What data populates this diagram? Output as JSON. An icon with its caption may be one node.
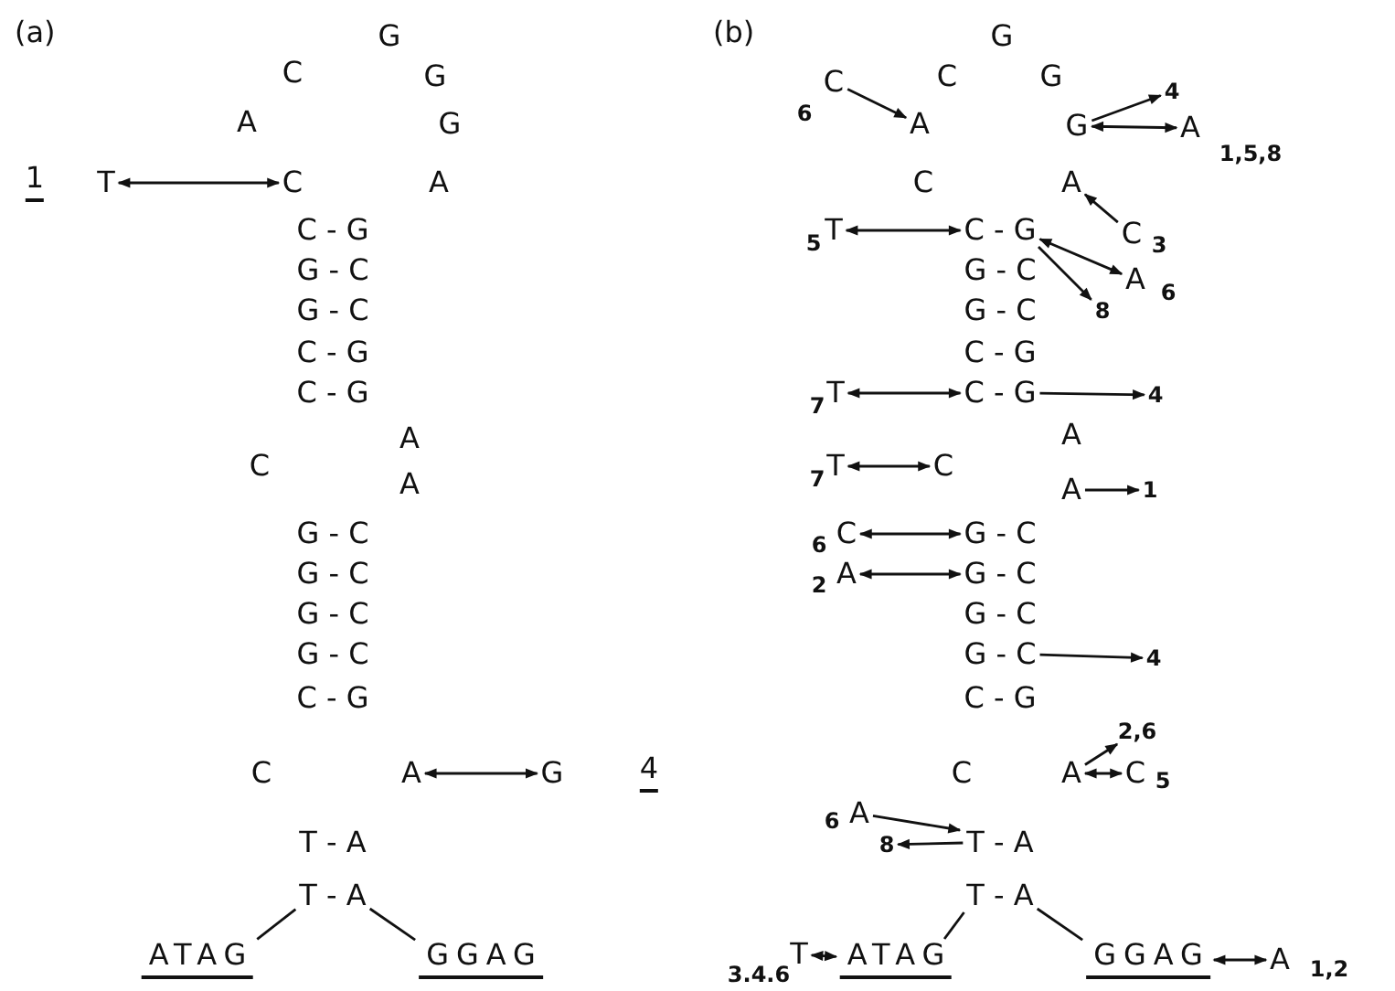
{
  "diagram": {
    "nodes": [
      {
        "text": [
          "T"
        ]
      },
      {
        "text": [
          "C"
        ]
      },
      {
        "text": [
          "A"
        ]
      },
      {
        "text": [
          "G"
        ]
      },
      {
        "text": [
          "T - A"
        ]
      },
      {
        "text": [
          "ATAG"
        ]
      },
      {
        "text": [
          "GGAG"
        ]
      },
      {
        "text": [
          "C"
        ],
        "beside": [
          "6"
        ]
      },
      {
        "text": [
          "A"
        ]
      },
      {
        "text": [
          "G"
        ]
      },
      {
        "text": [
          "4"
        ]
      },
      {
        "text": [
          "A"
        ],
        "beside": [
          "1,5,8"
        ]
      },
      {
        "text": [
          "A"
        ]
      },
      {
        "text": [
          "T"
        ],
        "beside": [
          "5"
        ]
      },
      {
        "text": [
          "C - G"
        ]
      },
      {
        "text": [
          "C"
        ],
        "beside": [
          "3"
        ]
      },
      {
        "text": [
          "A"
        ],
        "beside": [
          "6"
        ]
      },
      {
        "text": [
          "8"
        ]
      },
      {
        "text": [
          "T"
        ],
        "beside": [
          "7"
        ]
      },
      {
        "text": [
          "C - G"
        ]
      },
      {
        "text": [
          "4"
        ]
      },
      {
        "text": [
          "T"
        ],
        "beside": [
          "7"
        ]
      },
      {
        "text": [
          "C"
        ]
      },
      {
        "text": [
          "A"
        ]
      },
      {
        "text": [
          "1"
        ]
      },
      {
        "text": [
          "C"
        ],
        "beside": [
          "6"
        ]
      },
      {
        "text": [
          "G - C"
        ]
      },
      {
        "text": [
          "A"
        ],
        "beside": [
          "2"
        ]
      },
      {
        "text": [
          "G - C"
        ]
      },
      {
        "text": [
          "G - C"
        ]
      },
      {
        "text": [
          "4"
        ]
      },
      {
        "text": [
          "A"
        ]
      },
      {
        "text": [
          "2,6"
        ]
      },
      {
        "text": [
          "C"
        ],
        "beside": [
          "5"
        ]
      },
      {
        "text": [
          "A"
        ],
        "beside": [
          "6"
        ]
      },
      {
        "text": [
          "T - A"
        ]
      },
      {
        "text": [
          "8"
        ]
      },
      {
        "text": [
          "T - A"
        ]
      },
      {
        "text": [
          "T"
        ],
        "beside": [
          "3.4.6"
        ]
      },
      {
        "text": [
          "ATAG"
        ]
      },
      {
        "text": [
          "GGAG"
        ]
      },
      {
        "text": [
          "A"
        ],
        "beside": [
          "1,2"
        ]
      }
    ],
    "edges": [
      {
        "from": 0,
        "to": 1,
        "arrow": "both"
      },
      {
        "from": 2,
        "to": 3,
        "arrow": "both"
      },
      {
        "from": 4,
        "to": 5,
        "arrow": "none"
      },
      {
        "from": 4,
        "to": 6,
        "arrow": "none"
      },
      {
        "from": 7,
        "to": 8,
        "arrow": "to"
      },
      {
        "from": 9,
        "to": 10,
        "arrow": "to"
      },
      {
        "from": 9,
        "to": 11,
        "arrow": "both"
      },
      {
        "from": 15,
        "to": 12,
        "arrow": "to"
      },
      {
        "from": 13,
        "to": 14,
        "arrow": "both"
      },
      {
        "from": 14,
        "to": 16,
        "arrow": "both"
      },
      {
        "from": 14,
        "to": 17,
        "arrow": "to"
      },
      {
        "from": 18,
        "to": 19,
        "arrow": "both"
      },
      {
        "from": 19,
        "to": 20,
        "arrow": "to"
      },
      {
        "from": 21,
        "to": 22,
        "arrow": "both"
      },
      {
        "from": 23,
        "to": 24,
        "arrow": "to"
      },
      {
        "from": 25,
        "to": 26,
        "arrow": "both"
      },
      {
        "from": 27,
        "to": 28,
        "arrow": "both"
      },
      {
        "from": 29,
        "to": 30,
        "arrow": "to"
      },
      {
        "from": 31,
        "to": 32,
        "arrow": "to"
      },
      {
        "from": 31,
        "to": 33,
        "arrow": "both"
      },
      {
        "from": 34,
        "to": 35,
        "arrow": "to"
      },
      {
        "from": 35,
        "to": 36,
        "arrow": "to"
      },
      {
        "from": 37,
        "to": 39,
        "arrow": "none"
      },
      {
        "from": 37,
        "to": 40,
        "arrow": "none"
      },
      {
        "from": 38,
        "to": 39,
        "arrow": "both"
      },
      {
        "from": 40,
        "to": 41,
        "arrow": "both"
      }
    ],
    "labels": [
      "(a)",
      "G",
      "C",
      "G",
      "A",
      "G",
      "1",
      "A",
      "C - G",
      "G - C",
      "G - C",
      "C - G",
      "C - G",
      "A",
      "C",
      "A",
      "G - C",
      "G - C",
      "G - C",
      "G - C",
      "C - G",
      "C",
      "4",
      "T - A",
      "(b)",
      "G",
      "C",
      "G",
      "C",
      "G - C",
      "G - C",
      "C - G",
      "A",
      "G - C",
      "C - G",
      "C"
    ]
  }
}
